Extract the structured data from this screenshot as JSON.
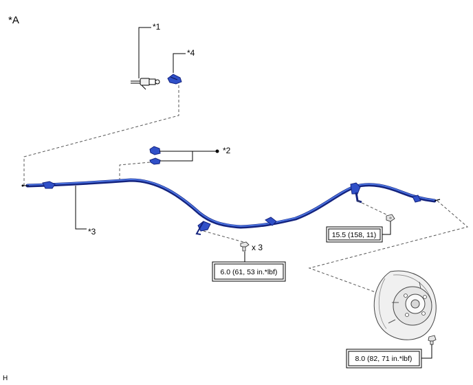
{
  "view_label": "*A",
  "callouts": {
    "c1": "*1",
    "c2": "*2",
    "c3": "*3",
    "c4": "*4"
  },
  "quantity_label": "x 3",
  "torque_specs": {
    "t1": "15.5 (158, 11)",
    "t2": "6.0 (61, 53 in.*lbf)",
    "t3": "8.0 (82, 71 in.*lbf)"
  },
  "corner_mark": "H",
  "colors": {
    "cable_dark": "#14237e",
    "cable_light": "#4a72e0",
    "part_blue": "#3050c8"
  }
}
